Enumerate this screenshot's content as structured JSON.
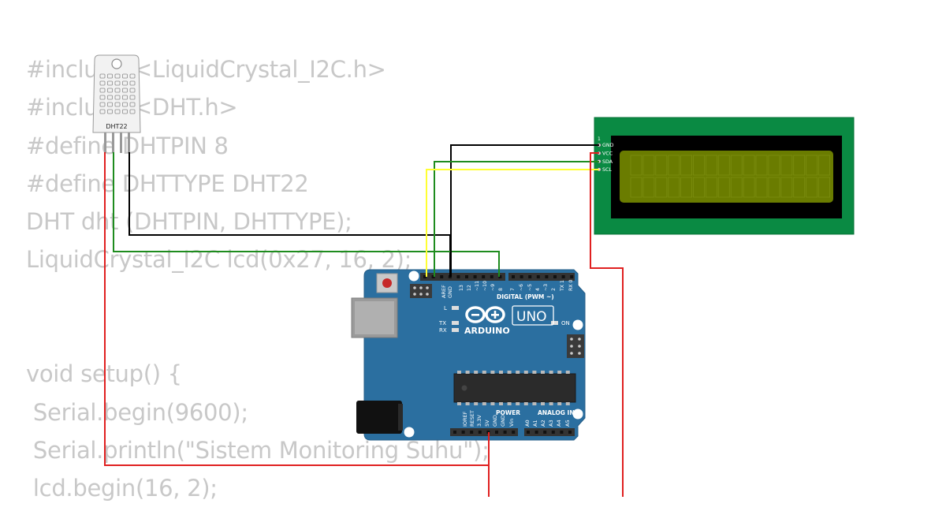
{
  "code_lines": [
    "#include <LiquidCrystal_I2C.h>",
    "#include <DHT.h>",
    "#define DHTPIN 8",
    "#define DHTTYPE DHT22",
    "DHT dht (DHTPIN, DHTTYPE);",
    "LiquidCrystal_I2C lcd(0x27, 16, 2);",
    "",
    "",
    "void setup() {",
    " Serial.begin(9600);",
    " Serial.println(\"Sistem Monitoring Suhu\");",
    " lcd.begin(16, 2);"
  ],
  "dht": {
    "label": "DHT22"
  },
  "lcd": {
    "pin1": "1",
    "pins": [
      "GND",
      "VCC",
      "SDA",
      "SCL"
    ]
  },
  "arduino": {
    "logo_text": "ARDUINO",
    "model": "UNO",
    "digital_label": "DIGITAL (PWM ~)",
    "power_label": "POWER",
    "analog_label": "ANALOG IN",
    "led_l": "L",
    "led_tx": "TX",
    "led_rx": "RX",
    "led_on": "ON",
    "aref": "AREF",
    "gnd": "GND",
    "digital_pins": [
      "13",
      "12",
      "~11",
      "~10",
      "~9",
      "8",
      "7",
      "~6",
      "~5",
      "4",
      "~3",
      "2",
      "TX 1",
      "RX 0"
    ],
    "power_pins": [
      "IOREF",
      "RESET",
      "3.3V",
      "5V",
      "GND",
      "GND",
      "Vin"
    ],
    "analog_pins": [
      "A0",
      "A1",
      "A2",
      "A3",
      "A4",
      "A5"
    ]
  },
  "colors": {
    "wire_black": "#000000",
    "wire_green": "#1e8c1e",
    "wire_yellow": "#ffff33",
    "wire_red": "#e02020",
    "board_blue": "#2b6fa0",
    "lcd_pcb": "#0a8a43",
    "lcd_screen": "#6a7c00"
  }
}
